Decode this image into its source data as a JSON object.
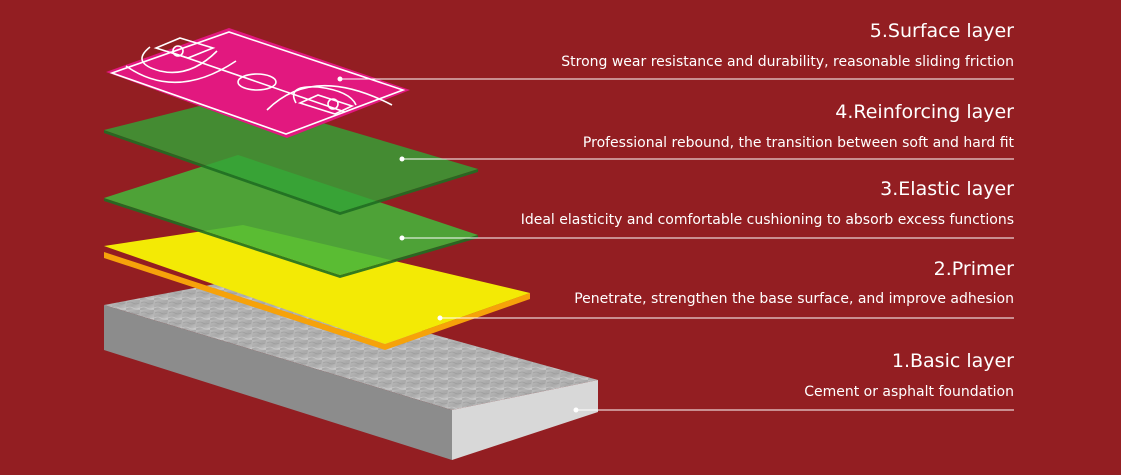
{
  "layers": [
    {
      "title": "5.Surface layer",
      "description": "Strong wear resistance and durability, reasonable sliding friction",
      "color": "#e2187f"
    },
    {
      "title": "4.Reinforcing layer",
      "description": "Professional rebound, the transition between soft and hard fit",
      "color": "#2e9a34"
    },
    {
      "title": "3.Elastic layer",
      "description": "Ideal elasticity and comfortable cushioning to absorb excess functions",
      "color": "#3bb23a"
    },
    {
      "title": "2.Primer",
      "description": "Penetrate, strengthen the base surface, and improve adhesion",
      "color": "#f3ea05"
    },
    {
      "title": "1.Basic layer",
      "description": "Cement or asphalt foundation",
      "color": "#9a9a9a"
    }
  ],
  "colors": {
    "background": "#931e22",
    "text": "#ffffff",
    "leader_line": "#ffffff",
    "court_lines": "#ffffff",
    "primer_edge": "#f6a20a"
  }
}
